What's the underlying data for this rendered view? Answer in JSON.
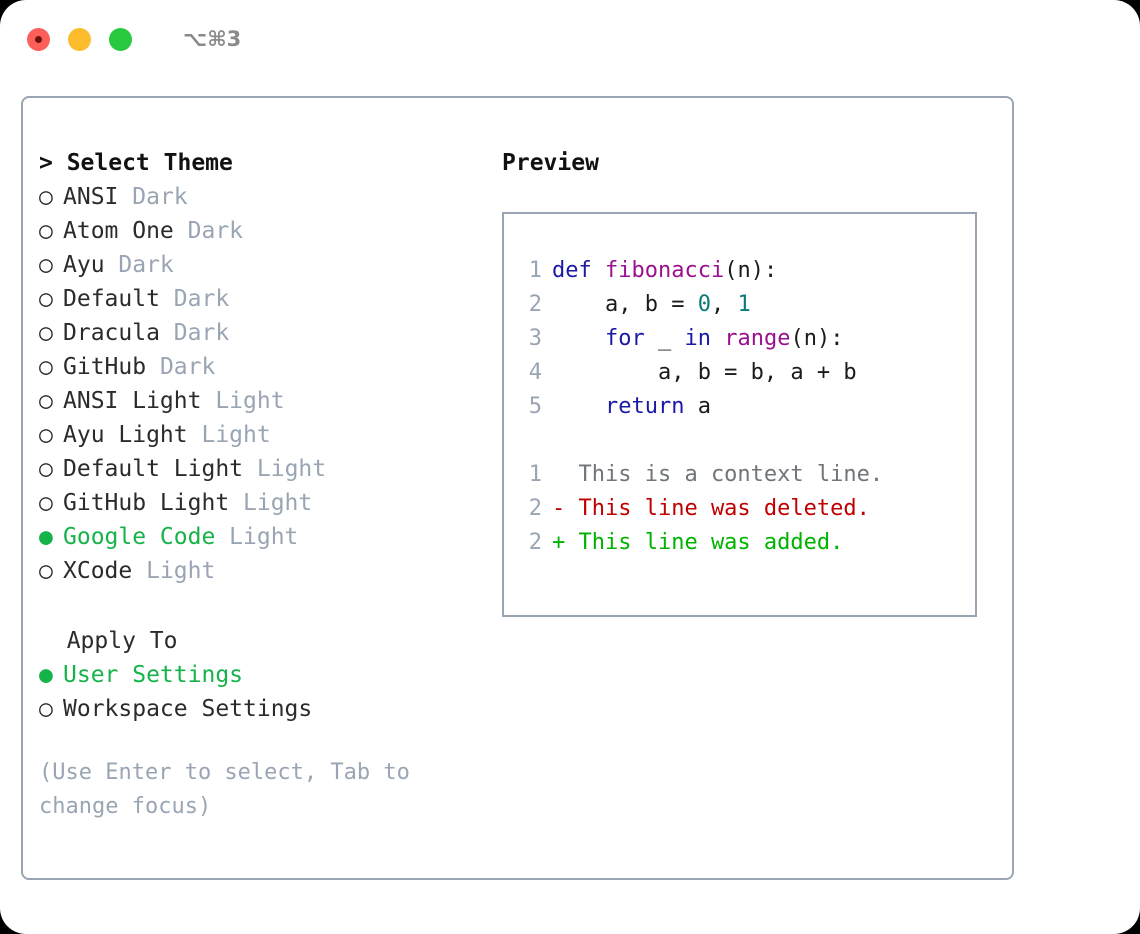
{
  "window": {
    "shortcut": "⌥⌘3",
    "traffic_lights": [
      {
        "name": "close",
        "color": "#fc5f5a"
      },
      {
        "name": "minimize",
        "color": "#fdbc2e"
      },
      {
        "name": "maximize",
        "color": "#28c83f"
      }
    ],
    "border_color": "#9aa5b4"
  },
  "theme_picker": {
    "header": "> Select Theme",
    "items": [
      {
        "marker": "○",
        "label": "ANSI",
        "suffix": "Dark",
        "selected": false
      },
      {
        "marker": "○",
        "label": "Atom One",
        "suffix": "Dark",
        "selected": false
      },
      {
        "marker": "○",
        "label": "Ayu",
        "suffix": "Dark",
        "selected": false
      },
      {
        "marker": "○",
        "label": "Default",
        "suffix": "Dark",
        "selected": false
      },
      {
        "marker": "○",
        "label": "Dracula",
        "suffix": "Dark",
        "selected": false
      },
      {
        "marker": "○",
        "label": "GitHub",
        "suffix": "Dark",
        "selected": false
      },
      {
        "marker": "○",
        "label": "ANSI Light",
        "suffix": "Light",
        "selected": false
      },
      {
        "marker": "○",
        "label": "Ayu Light",
        "suffix": "Light",
        "selected": false
      },
      {
        "marker": "○",
        "label": "Default Light",
        "suffix": "Light",
        "selected": false
      },
      {
        "marker": "○",
        "label": "GitHub Light",
        "suffix": "Light",
        "selected": false
      },
      {
        "marker": "●",
        "label": "Google Code",
        "suffix": "Light",
        "selected": true
      },
      {
        "marker": "○",
        "label": "XCode",
        "suffix": "Light",
        "selected": false
      }
    ]
  },
  "apply_to": {
    "header": "  Apply To",
    "options": [
      {
        "marker": "●",
        "label": "User Settings",
        "selected": true
      },
      {
        "marker": "○",
        "label": "Workspace Settings",
        "selected": false
      }
    ]
  },
  "hint": "(Use Enter to select, Tab to change focus)",
  "preview": {
    "title": "Preview",
    "code_lines": [
      {
        "n": "1",
        "tokens": [
          {
            "t": "def ",
            "c": "kw"
          },
          {
            "t": "fibonacci",
            "c": "fn"
          },
          {
            "t": "(n):",
            "c": "plain"
          }
        ]
      },
      {
        "n": "2",
        "tokens": [
          {
            "t": "    a, b = ",
            "c": "plain"
          },
          {
            "t": "0",
            "c": "num"
          },
          {
            "t": ", ",
            "c": "plain"
          },
          {
            "t": "1",
            "c": "num"
          }
        ]
      },
      {
        "n": "3",
        "tokens": [
          {
            "t": "    ",
            "c": "plain"
          },
          {
            "t": "for",
            "c": "kw"
          },
          {
            "t": " _ ",
            "c": "plain"
          },
          {
            "t": "in",
            "c": "kw"
          },
          {
            "t": " ",
            "c": "plain"
          },
          {
            "t": "range",
            "c": "fn"
          },
          {
            "t": "(n):",
            "c": "plain"
          }
        ]
      },
      {
        "n": "4",
        "tokens": [
          {
            "t": "        a, b = b, a + b",
            "c": "plain"
          }
        ]
      },
      {
        "n": "5",
        "tokens": [
          {
            "t": "    ",
            "c": "plain"
          },
          {
            "t": "return",
            "c": "kw"
          },
          {
            "t": " a",
            "c": "plain"
          }
        ]
      }
    ],
    "diff_lines": [
      {
        "n": "1",
        "text": "  This is a context line.",
        "kind": "diff-ctx"
      },
      {
        "n": "2",
        "text": "- This line was deleted.",
        "kind": "diff-del"
      },
      {
        "n": "2",
        "text": "+ This line was added.",
        "kind": "diff-add"
      }
    ]
  },
  "colors": {
    "accent_green": "#16b34a",
    "muted": "#9aa5b4",
    "keyword": "#1a1aa6",
    "function": "#99118e",
    "number": "#0d7a7a",
    "diff_add": "#00b300",
    "diff_del": "#c00000"
  }
}
